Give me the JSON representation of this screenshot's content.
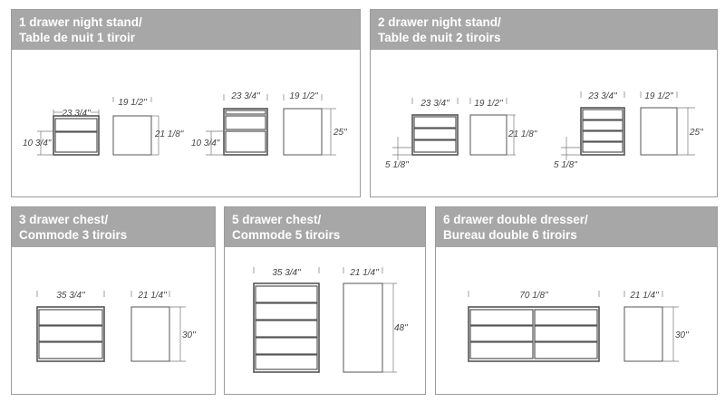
{
  "panels": [
    {
      "title_line1": "1 drawer night stand/",
      "title_line2": "Table de nuit 1 tiroir"
    },
    {
      "title_line1": "2 drawer night stand/",
      "title_line2": "Table de nuit 2 tiroirs"
    },
    {
      "title_line1": "3 drawer chest/",
      "title_line2": "Commode 3 tiroirs"
    },
    {
      "title_line1": "5 drawer chest/",
      "title_line2": "Commode 5 tiroirs"
    },
    {
      "title_line1": "6 drawer double dresser/",
      "title_line2": "Bureau double 6 tiroirs"
    }
  ],
  "dimensions": {
    "p1a": {
      "width": "23 3/4\"",
      "depth": "19 1/2\"",
      "height": "21 1/8\"",
      "leg": "10 3/4\""
    },
    "p1b": {
      "width": "23 3/4\"",
      "depth": "19 1/2\"",
      "height": "25\"",
      "leg": "10 3/4\""
    },
    "p2a": {
      "width": "23 3/4\"",
      "depth": "19 1/2\"",
      "height": "21 1/8\"",
      "leg": "5 1/8\""
    },
    "p2b": {
      "width": "23 3/4\"",
      "depth": "19 1/2\"",
      "height": "25\"",
      "leg": "5 1/8\""
    },
    "p3": {
      "width": "35 3/4\"",
      "depth": "21 1/4\"",
      "height": "30\""
    },
    "p4": {
      "width": "35 3/4\"",
      "depth": "21 1/4\"",
      "height": "48\""
    },
    "p5": {
      "width": "70 1/8\"",
      "depth": "21 1/4\"",
      "height": "30\""
    }
  }
}
